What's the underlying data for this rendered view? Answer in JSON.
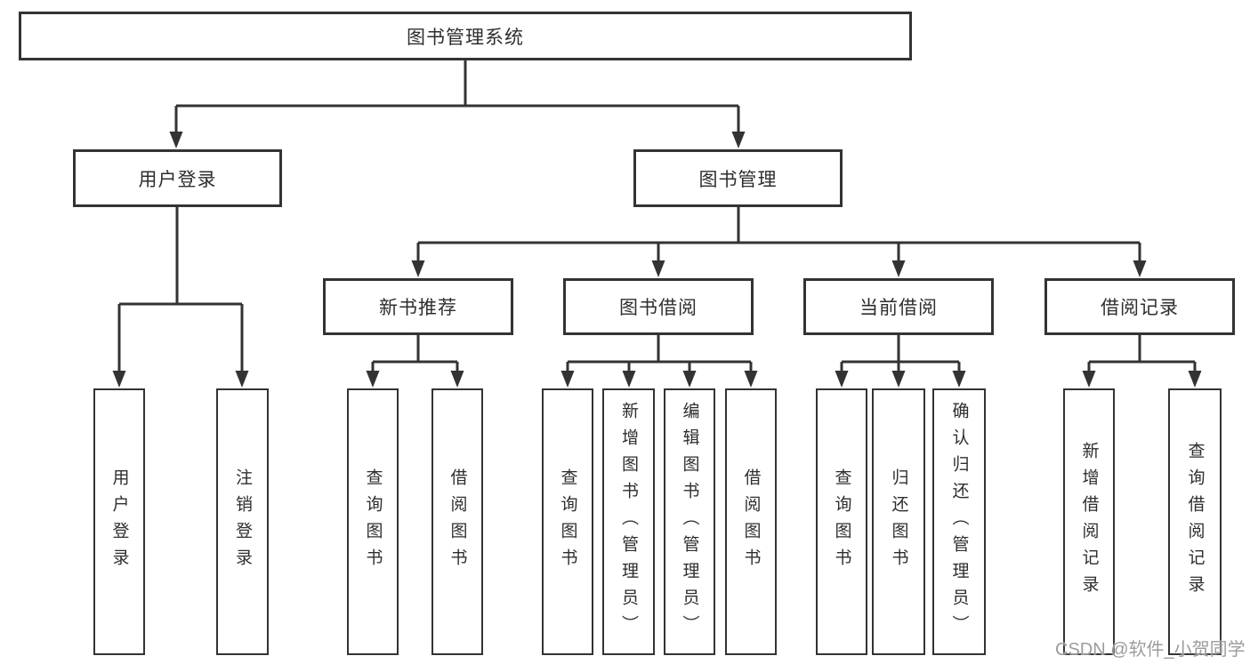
{
  "tree": {
    "label": "图书管理系统",
    "children": [
      {
        "label": "用户登录",
        "children": [
          {
            "label": "用户登录"
          },
          {
            "label": "注销登录"
          }
        ]
      },
      {
        "label": "图书管理",
        "children": [
          {
            "label": "新书推荐",
            "children": [
              {
                "label": "查询图书"
              },
              {
                "label": "借阅图书"
              }
            ]
          },
          {
            "label": "图书借阅",
            "children": [
              {
                "label": "查询图书"
              },
              {
                "label": "新增图书（管理员）"
              },
              {
                "label": "编辑图书（管理员）"
              },
              {
                "label": "借阅图书"
              }
            ]
          },
          {
            "label": "当前借阅",
            "children": [
              {
                "label": "查询图书"
              },
              {
                "label": "归还图书"
              },
              {
                "label": "确认归还（管理员）"
              }
            ]
          },
          {
            "label": "借阅记录",
            "children": [
              {
                "label": "新增借阅记录"
              },
              {
                "label": "查询借阅记录"
              }
            ]
          }
        ]
      }
    ]
  },
  "watermark": {
    "text": "CSDN @软件_小贺同学"
  },
  "colors": {
    "line": "#333333",
    "border": "#333333",
    "text": "#2e2e2e",
    "watermark": "#9c9c9c",
    "background": "#ffffff"
  }
}
